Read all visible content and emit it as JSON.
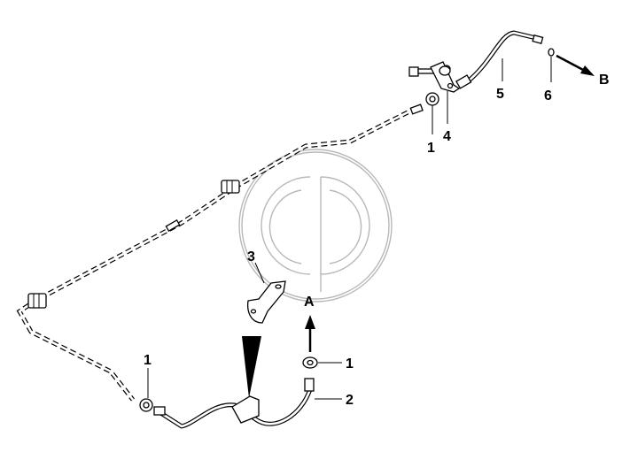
{
  "diagram": {
    "callouts": [
      "1",
      "4",
      "5",
      "6",
      "B",
      "3",
      "A",
      "1",
      "1",
      "2"
    ],
    "watermark": "gd-logo"
  }
}
